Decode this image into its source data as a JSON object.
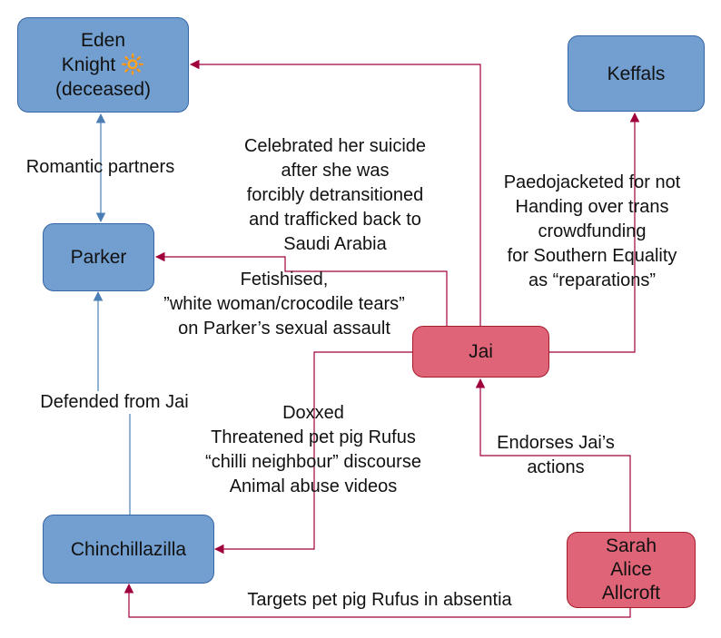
{
  "nodes": {
    "eden": {
      "name": "Eden\nKnight",
      "icon": "sun-icon",
      "icon_glyph": "🔆",
      "status": "(deceased)"
    },
    "keffals": {
      "label": "Keffals"
    },
    "parker": {
      "label": "Parker"
    },
    "jai": {
      "label": "Jai"
    },
    "chinchillazilla": {
      "label": "Chinchillazilla"
    },
    "sarah": {
      "label": "Sarah\nAlice\nAllcroft"
    }
  },
  "edges": {
    "eden_parker": "Romantic partners",
    "jai_eden": "Celebrated her suicide\nafter she was\nforcibly detransitioned\nand trafficked back to\nSaudi Arabia",
    "jai_keffals": "Paedojacketed for not\nHanding over trans\ncrowdfunding\nfor Southern Equality\nas “reparations”",
    "jai_parker": "Fetishised,\n”white woman/crocodile tears”\non Parker’s sexual assault",
    "chinchilla_parker": "Defended from Jai",
    "jai_chinchilla": "Doxxed\nThreatened pet pig Rufus\n“chilli neighbour” discourse\nAnimal abuse videos",
    "sarah_jai": "Endorses Jai’s\nactions",
    "sarah_chinchilla": "Targets pet pig Rufus in absentia"
  },
  "colors": {
    "blue_fill": "#729fcf",
    "blue_border": "#3465a4",
    "red_fill": "#e06478",
    "red_border": "#a51d2d",
    "edge_red": "#a0003c",
    "edge_blue": "#4a7eb5"
  }
}
